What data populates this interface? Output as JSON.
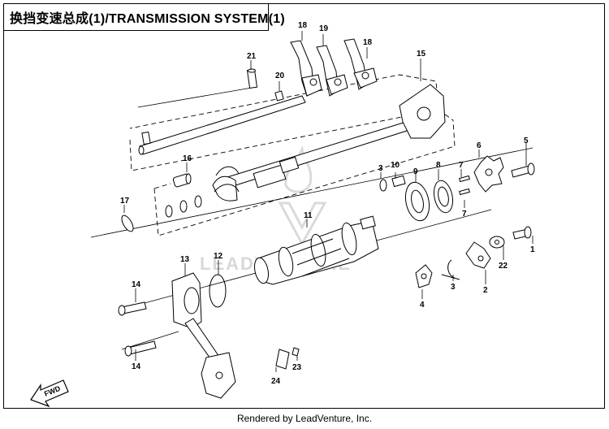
{
  "title": "换挡变速总成(1)/TRANSMISSION  SYSTEM(1)",
  "footer": "Rendered by LeadVenture, Inc.",
  "watermark": "LEADVENTURE",
  "direction_marker": "FWD",
  "callouts": {
    "c1": "1",
    "c2": "2",
    "c3a": "3",
    "c3b": "3",
    "c4": "4",
    "c5": "5",
    "c6": "6",
    "c7a": "7",
    "c7b": "7",
    "c8": "8",
    "c9": "9",
    "c10": "10",
    "c11": "11",
    "c12": "12",
    "c13": "13",
    "c14a": "14",
    "c14b": "14",
    "c15": "15",
    "c16": "16",
    "c17": "17",
    "c18a": "18",
    "c18b": "18",
    "c19": "19",
    "c20": "20",
    "c21": "21",
    "c22": "22",
    "c23": "23",
    "c24": "24"
  }
}
